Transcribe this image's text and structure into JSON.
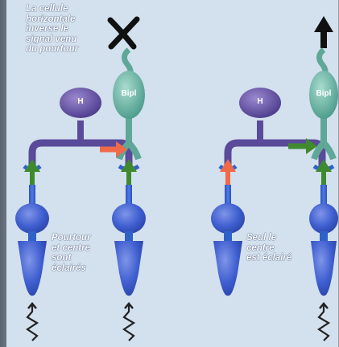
{
  "annotation_top": "La cellule\nhorizontale\ninverse le\nsignal venu\ndu pourtour",
  "cell_labels": {
    "horizontal": "H",
    "bipolar": "Bipl"
  },
  "annotation_left": "Pourtour\net centre\nsont\néclairés",
  "annotation_right": "Seul le\ncentre\nest éclairé",
  "colors": {
    "receptor_blue": "#2f62c8",
    "bipolar_teal": "#6fb7a8",
    "horizontal_purple": "#5a4a9a",
    "arrow_green": "#3f8a2e",
    "arrow_red": "#f06a4a",
    "output_black": "#1a1a1a"
  },
  "icons": {
    "left_output": "cross-icon",
    "right_output": "up-arrow-icon",
    "light_input": "zigzag-arrow-icon"
  }
}
